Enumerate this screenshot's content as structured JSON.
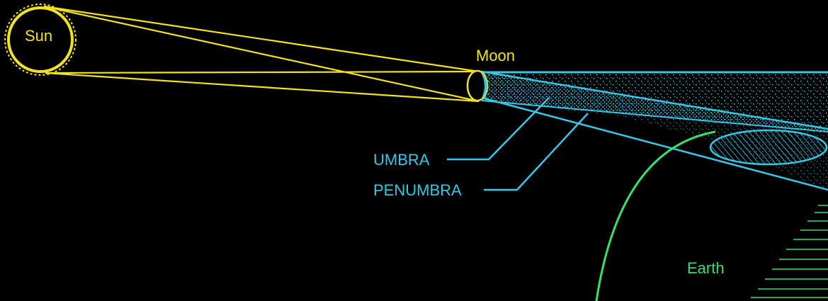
{
  "labels": {
    "sun": "Sun",
    "moon": "Moon",
    "umbra": "UMBRA",
    "penumbra": "PENUMBRA",
    "earth": "Earth"
  },
  "colors": {
    "background": "#000000",
    "sun": "#f2e21e",
    "moon": "#f2e21e",
    "shadow": "#35c8e8",
    "earth": "#35e06e"
  }
}
